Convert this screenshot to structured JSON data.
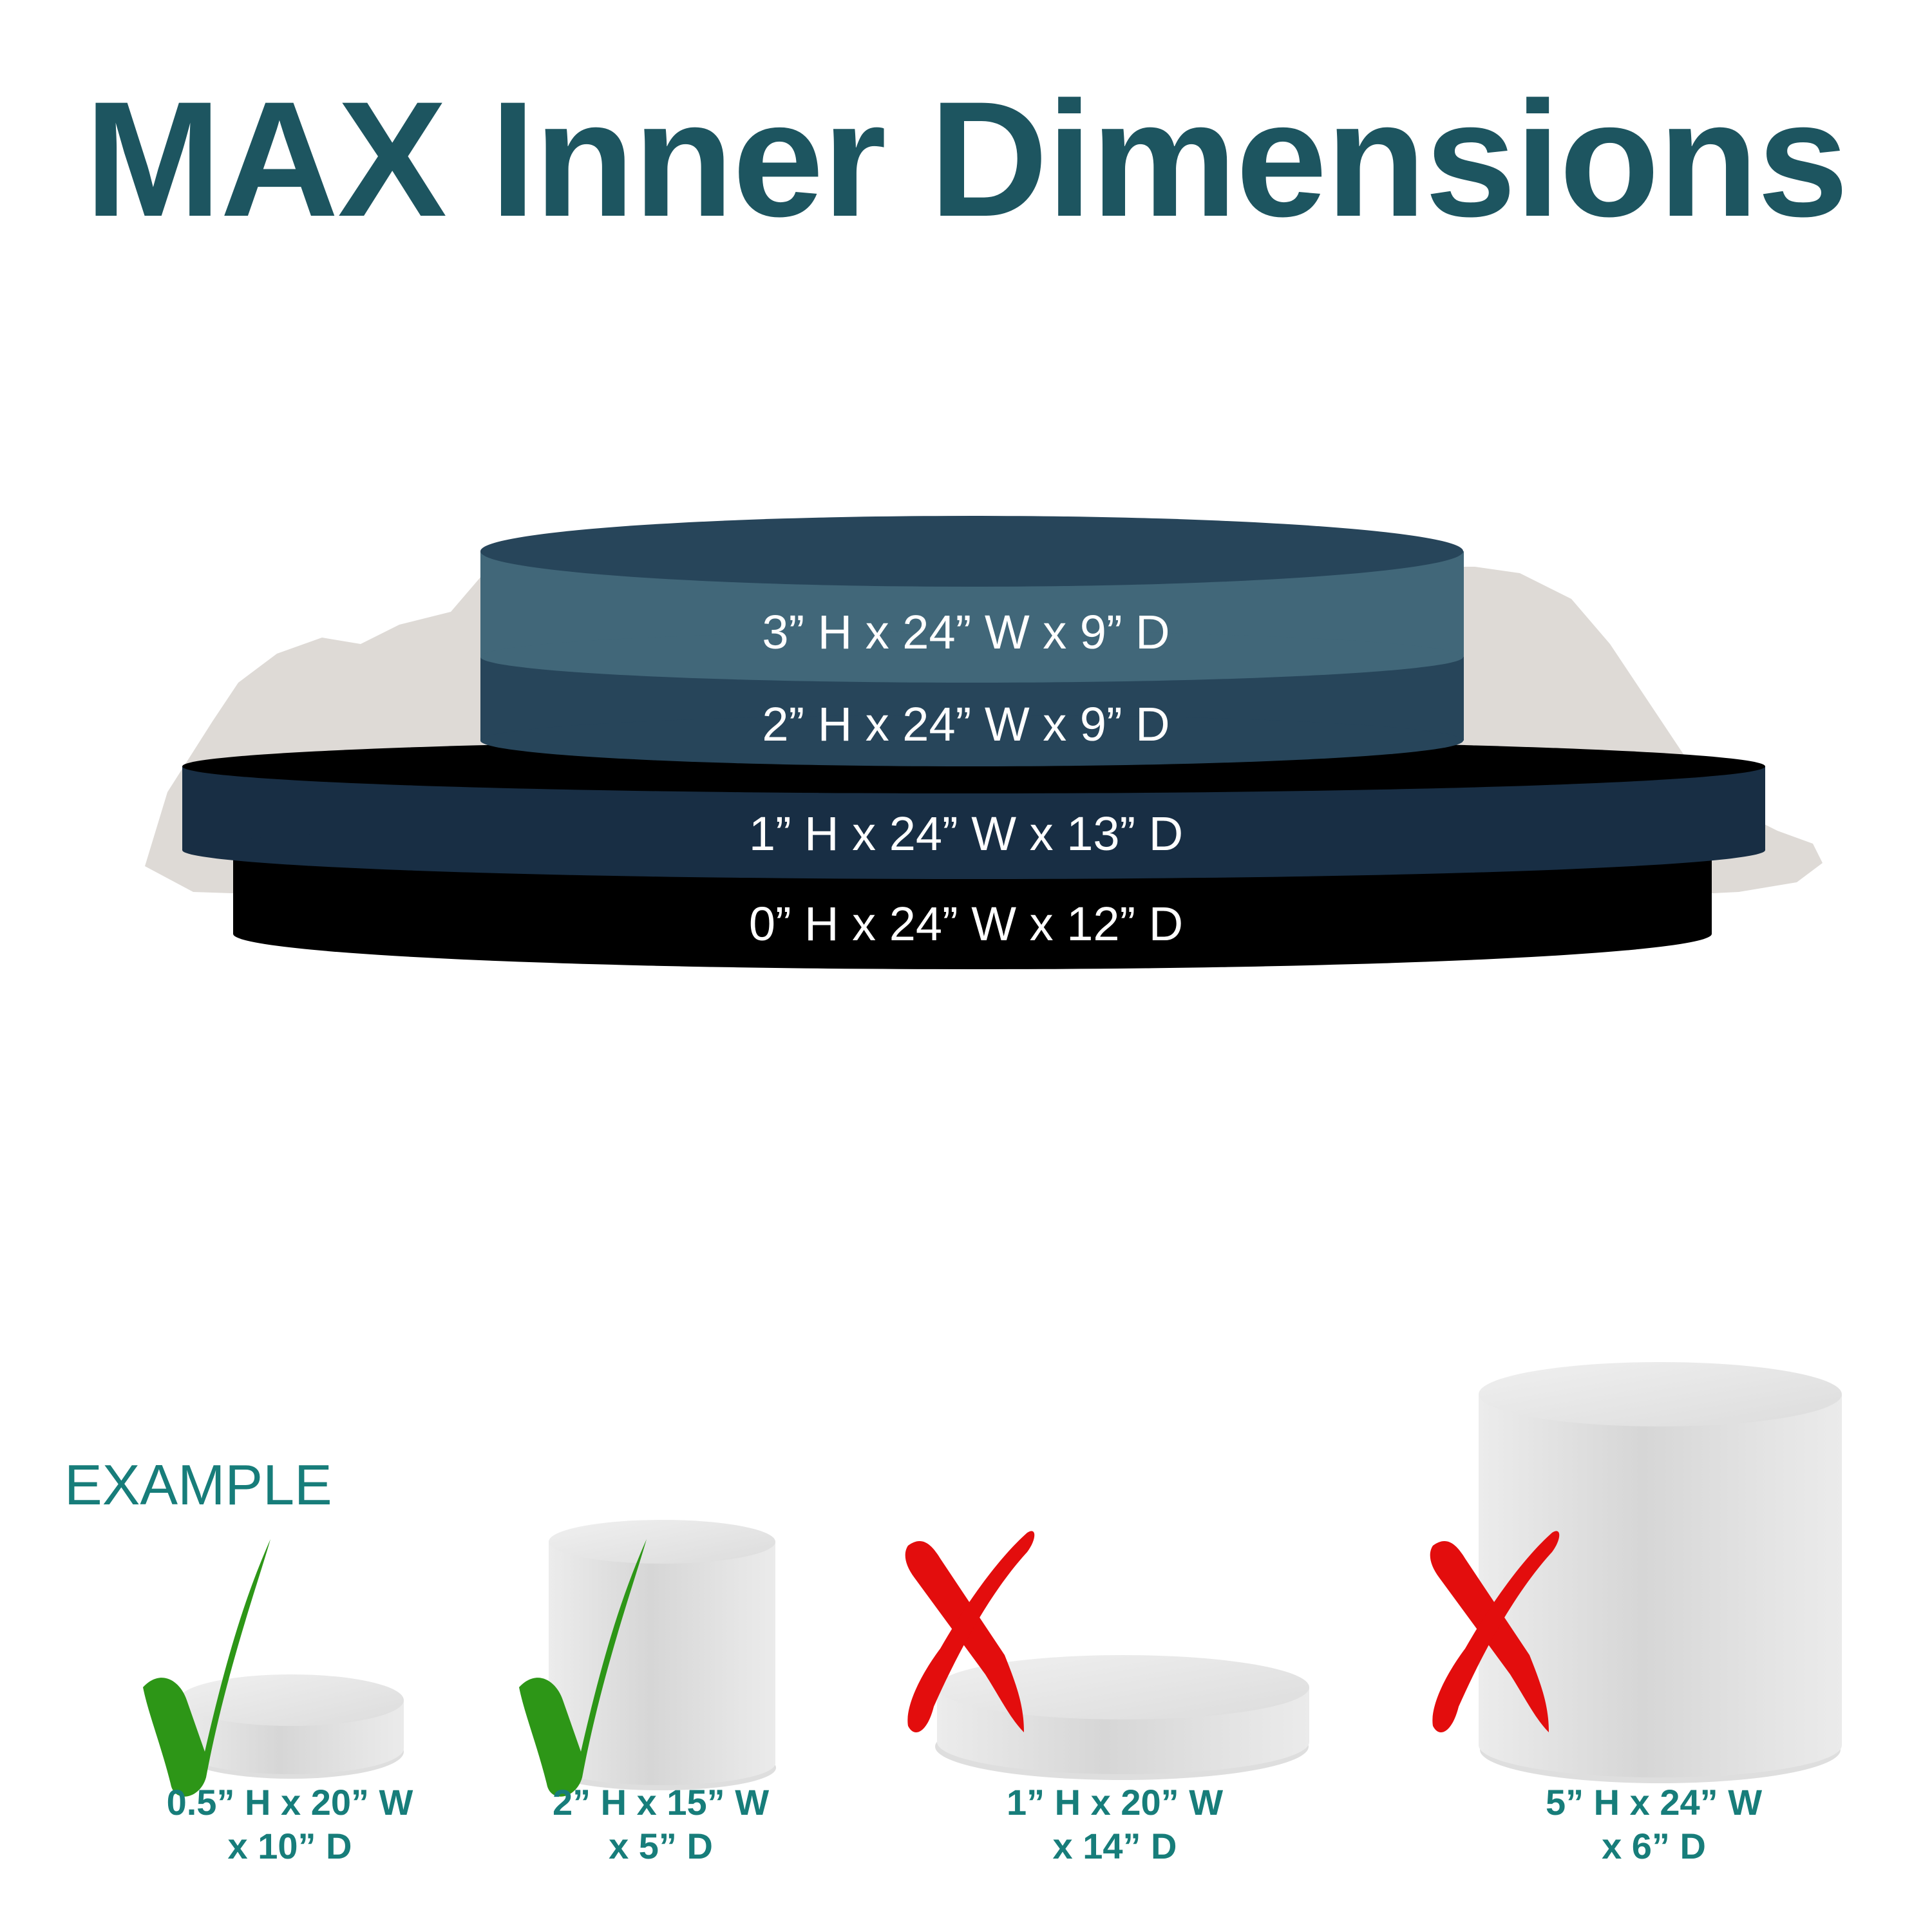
{
  "title": "MAX Inner Dimensions",
  "diagram": {
    "tiers": [
      {
        "label": "3” H x 24” W x 9” D",
        "color": "#416779"
      },
      {
        "label": "2” H x 24” W x 9” D",
        "color": "#27455a"
      },
      {
        "label": "1” H x 24” W x 13” D",
        "color": "#182e44"
      },
      {
        "label": "0” H x 24” W x 12” D",
        "color": "#000000"
      }
    ],
    "backdrop_color": "#dedad6"
  },
  "examples": {
    "heading": "EXAMPLE",
    "items": [
      {
        "line1": "0.5” H x 20” W",
        "line2": "x 10” D",
        "status": "check-icon",
        "fits": true
      },
      {
        "line1": "2” H x 15” W",
        "line2": "x 5” D",
        "status": "check-icon",
        "fits": true
      },
      {
        "line1": "1” H x 20” W",
        "line2": "x 14” D",
        "status": "x-icon",
        "fits": false
      },
      {
        "line1": "5” H x 24” W",
        "line2": "x 6” D",
        "status": "x-icon",
        "fits": false
      }
    ],
    "colors": {
      "text": "#177d7a",
      "check": "#2d9617",
      "cross": "#e30d0d"
    }
  }
}
